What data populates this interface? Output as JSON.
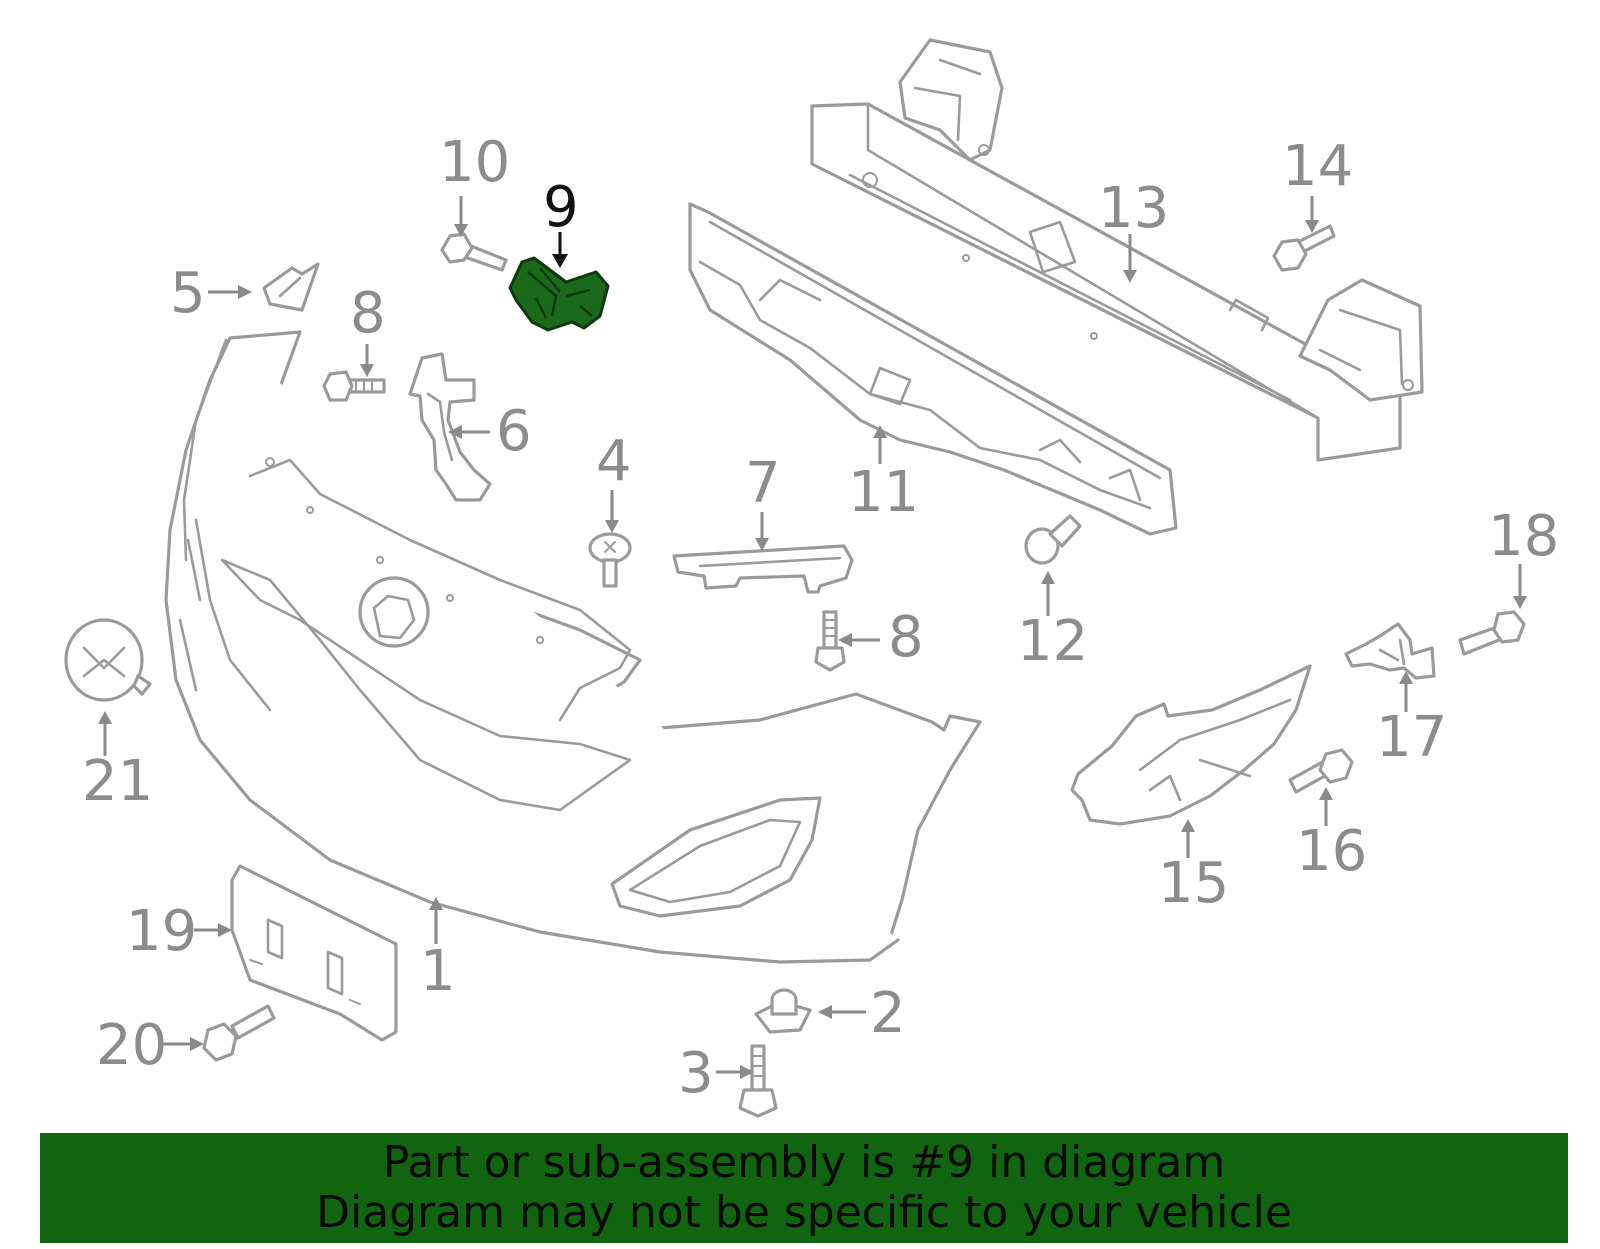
{
  "diagram": {
    "highlighted_callout": "9",
    "highlight_color": "#1b6a1b",
    "part_stroke_color": "#9a9a9a",
    "callouts": [
      {
        "id": "c1",
        "label": "1"
      },
      {
        "id": "c2",
        "label": "2"
      },
      {
        "id": "c3",
        "label": "3"
      },
      {
        "id": "c4",
        "label": "4"
      },
      {
        "id": "c5",
        "label": "5"
      },
      {
        "id": "c6",
        "label": "6"
      },
      {
        "id": "c7",
        "label": "7"
      },
      {
        "id": "c8a",
        "label": "8"
      },
      {
        "id": "c8b",
        "label": "8"
      },
      {
        "id": "c9",
        "label": "9"
      },
      {
        "id": "c10",
        "label": "10"
      },
      {
        "id": "c11",
        "label": "11"
      },
      {
        "id": "c12",
        "label": "12"
      },
      {
        "id": "c13",
        "label": "13"
      },
      {
        "id": "c14",
        "label": "14"
      },
      {
        "id": "c15",
        "label": "15"
      },
      {
        "id": "c16",
        "label": "16"
      },
      {
        "id": "c17",
        "label": "17"
      },
      {
        "id": "c18",
        "label": "18"
      },
      {
        "id": "c19",
        "label": "19"
      },
      {
        "id": "c20",
        "label": "20"
      },
      {
        "id": "c21",
        "label": "21"
      }
    ]
  },
  "banner": {
    "line1": "Part or sub-assembly is #9 in diagram",
    "line2": "Diagram may not be specific to your vehicle",
    "background": "#116511"
  }
}
